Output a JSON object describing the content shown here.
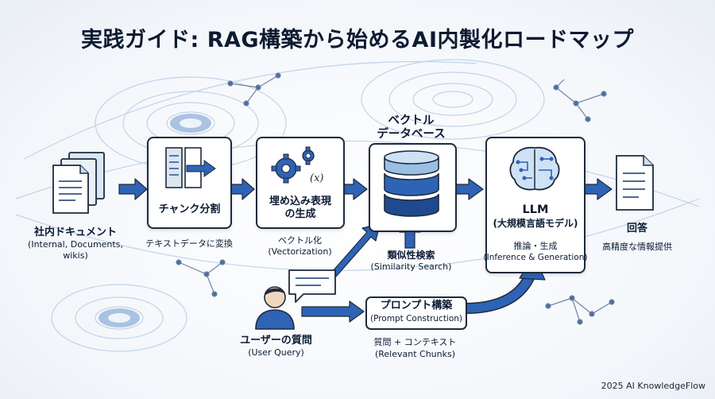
{
  "title": "実践ガイド: RAG構築から始めるAI内製化ロードマップ",
  "nodes": {
    "docs": {
      "label": "社内ドキュメント",
      "sub1": "(Internal, Documents,",
      "sub2": "wikis)"
    },
    "chunk": {
      "label": "チャンク分割",
      "caption": "テキストデータに変換"
    },
    "embed": {
      "label1": "埋め込み表現",
      "label2": "の生成",
      "caption1": "ベクトル化",
      "caption2": "(Vectorization)"
    },
    "vectordb": {
      "label1": "ベクトル",
      "label2": "データベース",
      "caption1": "類似性検索",
      "caption2": "(Similarity Search)"
    },
    "llm": {
      "label1": "LLM",
      "label2": "(大規模言語モデル)",
      "caption1": "推論・生成",
      "caption2": "(Inference & Generation)"
    },
    "answer": {
      "label": "回答",
      "caption": "高精度な情報提供"
    },
    "prompt": {
      "label1": "プロンプト構築",
      "label2": "(Prompt Construction)",
      "caption1": "質問 + コンテキスト",
      "caption2": "(Relevant Chunks)"
    },
    "user": {
      "label1": "ユーザーの質問",
      "label2": "(User Query)"
    }
  },
  "footer": "2025 AI KnowledgeFlow",
  "colors": {
    "accent": "#2f63b5",
    "dark": "#1d2a3d",
    "light_blue": "#b9d3ef"
  }
}
